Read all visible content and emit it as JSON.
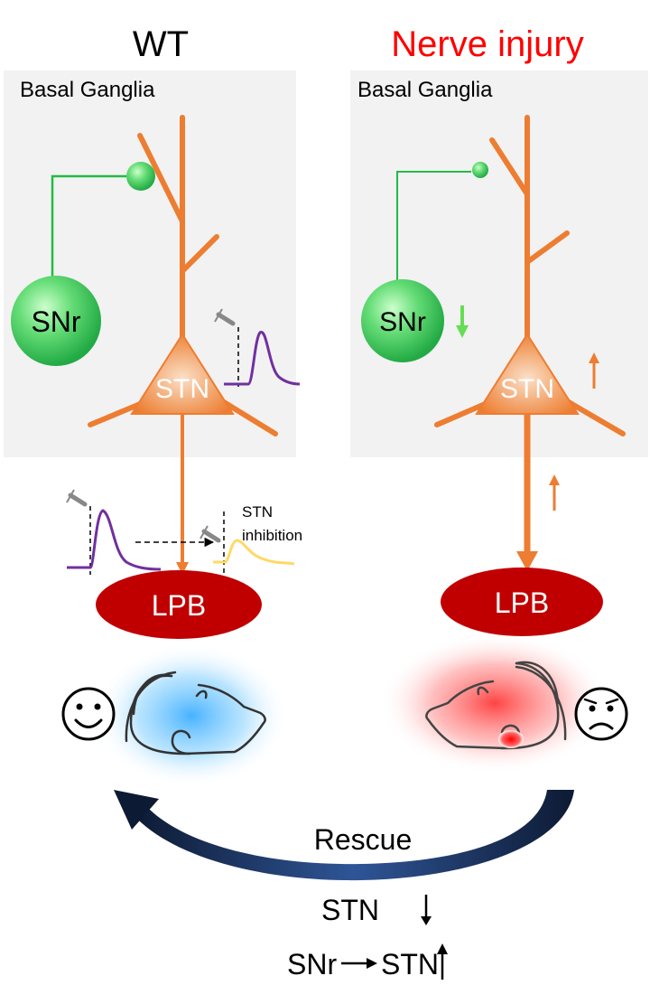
{
  "colors": {
    "panel_bg": "#f2f2f2",
    "neuron_orange": "#ed7d31",
    "snr_green": "#33cc55",
    "snr_line": "#22bb44",
    "lpb_red": "#c00000",
    "nerve_injury_red": "#ff0000",
    "trace_purple": "#7030a0",
    "trace_yellow": "#ffd966",
    "glow_blue": "#33aaff",
    "glow_red": "#ff2222",
    "rescue_arrow": "#0d1a33"
  },
  "left_panel": {
    "title": "WT",
    "region_label": "Basal Ganglia",
    "snr_label": "SNr",
    "stn_label": "STN",
    "lpb_label": "LPB",
    "inhibition_label_line1": "STN",
    "inhibition_label_line2": "inhibition",
    "face": "happy-face-icon",
    "mouse": "mouse-icon"
  },
  "right_panel": {
    "title": "Nerve injury",
    "region_label": "Basal Ganglia",
    "snr_label": "SNr",
    "stn_label": "STN",
    "lpb_label": "LPB",
    "face": "sad-face-icon",
    "mouse": "mouse-icon"
  },
  "bottom": {
    "rescue_label": "Rescue",
    "line1": "STN",
    "line2_left": "SNr",
    "line2_right": "STN"
  }
}
